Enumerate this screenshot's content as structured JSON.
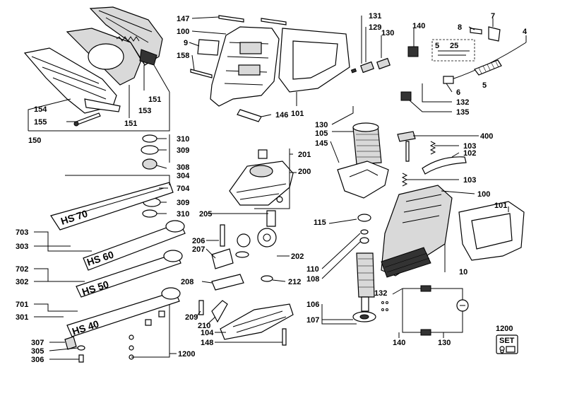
{
  "diagram": {
    "labels": [
      "147",
      "100",
      "9",
      "158",
      "131",
      "129",
      "130",
      "140",
      "8",
      "7",
      "4",
      "5",
      "25",
      "154",
      "155",
      "150",
      "153",
      "151",
      "151",
      "101",
      "146",
      "130",
      "105",
      "145",
      "6",
      "132",
      "135",
      "5",
      "400",
      "103",
      "102",
      "103",
      "100",
      "101",
      "310",
      "309",
      "308",
      "304",
      "704",
      "309",
      "310",
      "703",
      "303",
      "702",
      "302",
      "701",
      "301",
      "307",
      "305",
      "306",
      "1200",
      "201",
      "200",
      "205",
      "206",
      "207",
      "208",
      "209",
      "210",
      "104",
      "148",
      "202",
      "212",
      "115",
      "110",
      "108",
      "106",
      "107",
      "10",
      "132",
      "140",
      "130",
      "1200"
    ],
    "blade_models": [
      "HS 70",
      "HS 60",
      "HS 50",
      "HS 40"
    ],
    "set_badge": "SET"
  }
}
